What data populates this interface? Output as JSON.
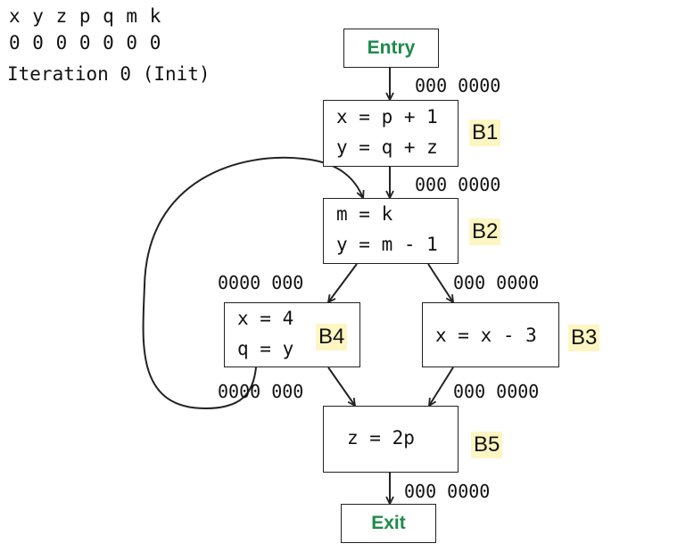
{
  "header": {
    "variables": "x y z p q m k",
    "bits": "0 0 0 0 0 0 0",
    "iteration": "Iteration 0 (Init)"
  },
  "colors": {
    "terminal_text": "#1e8a4a",
    "label_highlight": "#fdf6c3",
    "stroke": "#222222"
  },
  "nodes": {
    "entry": "Entry",
    "exit": "Exit",
    "b1": {
      "label": "B1",
      "line1": "x = p + 1",
      "line2": "y = q + z"
    },
    "b2": {
      "label": "B2",
      "line1": "m = k",
      "line2": "y = m - 1"
    },
    "b3": {
      "label": "B3",
      "line1": "x = x - 3"
    },
    "b4": {
      "label": "B4",
      "line1": "x = 4",
      "line2": "q = y"
    },
    "b5": {
      "label": "B5",
      "line1": "z = 2p"
    }
  },
  "edges": {
    "entry_b1": "000 0000",
    "b1_b2": "000 0000",
    "b2_b4": "0000 000",
    "b2_b3": "000 0000",
    "b4_b5": "0000 000",
    "b3_b5": "000 0000",
    "b5_exit": "000 0000"
  }
}
